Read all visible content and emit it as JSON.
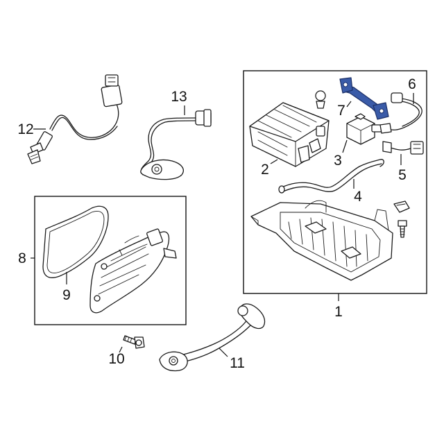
{
  "diagram": {
    "highlight_color": "#3a5ba8",
    "line_color": "#1a1a1a",
    "callouts": {
      "c1": "1",
      "c2": "2",
      "c3": "3",
      "c4": "4",
      "c5": "5",
      "c6": "6",
      "c7": "7",
      "c8": "8",
      "c9": "9",
      "c10": "10",
      "c11": "11",
      "c12": "12",
      "c13": "13"
    }
  }
}
